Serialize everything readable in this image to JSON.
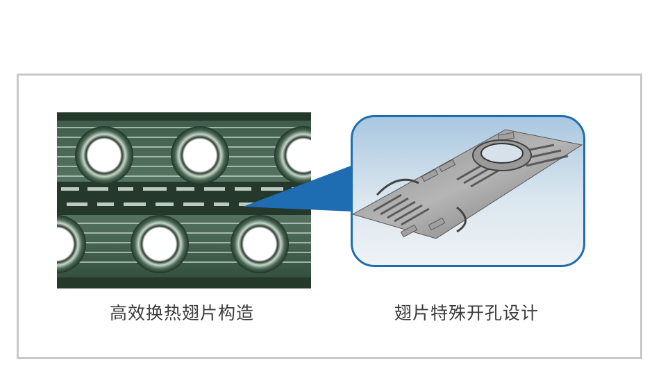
{
  "captions": {
    "left": "高效换热翅片构造",
    "right": "翅片特殊开孔设计"
  },
  "colors": {
    "frame_border": "#c9c9c9",
    "accent_blue": "#1e6db3",
    "caption_text": "#3a3a3a"
  },
  "images": {
    "left": "fin-photo",
    "right": "fin-hole-render"
  }
}
